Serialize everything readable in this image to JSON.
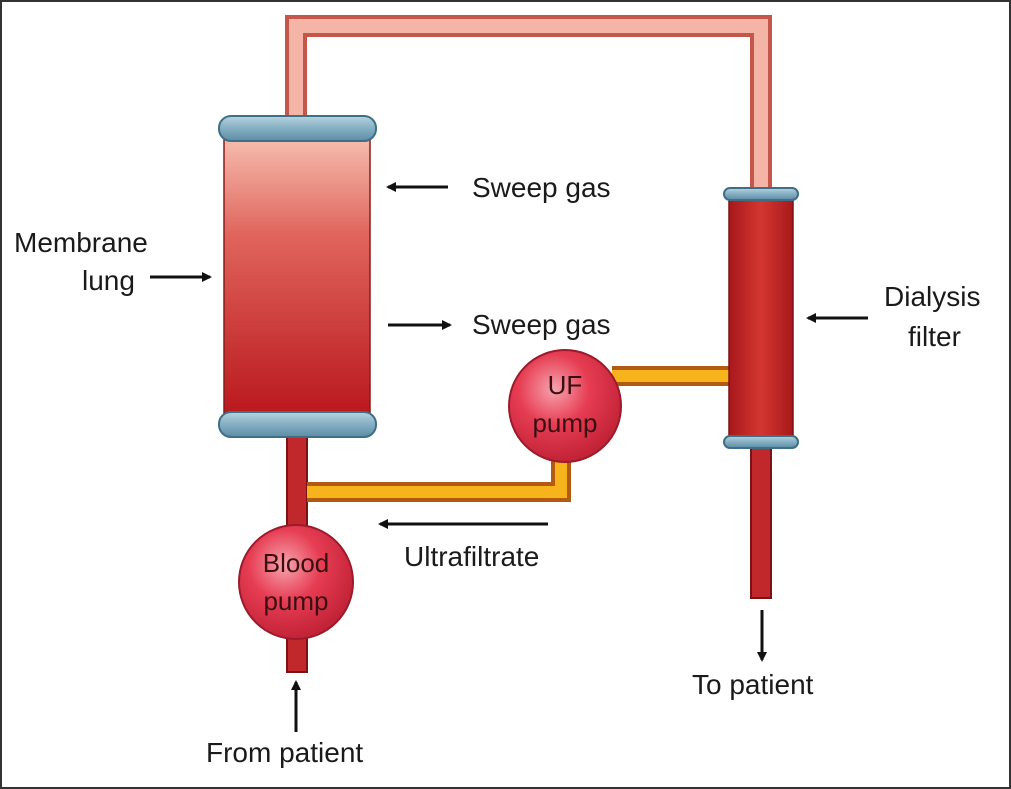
{
  "labels": {
    "membrane_lung": [
      "Membrane",
      "lung"
    ],
    "sweep_gas_in": "Sweep gas",
    "sweep_gas_out": "Sweep gas",
    "dialysis_filter": [
      "Dialysis",
      "filter"
    ],
    "uf_pump": [
      "UF",
      "pump"
    ],
    "blood_pump": [
      "Blood",
      "pump"
    ],
    "ultrafiltrate": "Ultrafiltrate",
    "from_patient": "From patient",
    "to_patient": "To patient"
  },
  "colors": {
    "frame": "#333333",
    "return_tube_fill": "#f5b5a6",
    "return_tube_stroke": "#c4564a",
    "blood_tube": "#c0282c",
    "blood_tube_stroke": "#7a1216",
    "uf_line_fill": "#f7b31c",
    "uf_line_stroke": "#b35a12",
    "cap_fill": "#8db5c8",
    "cap_stroke": "#3f6f86",
    "pump_fill": "#e2394d",
    "arrow": "#111111"
  }
}
